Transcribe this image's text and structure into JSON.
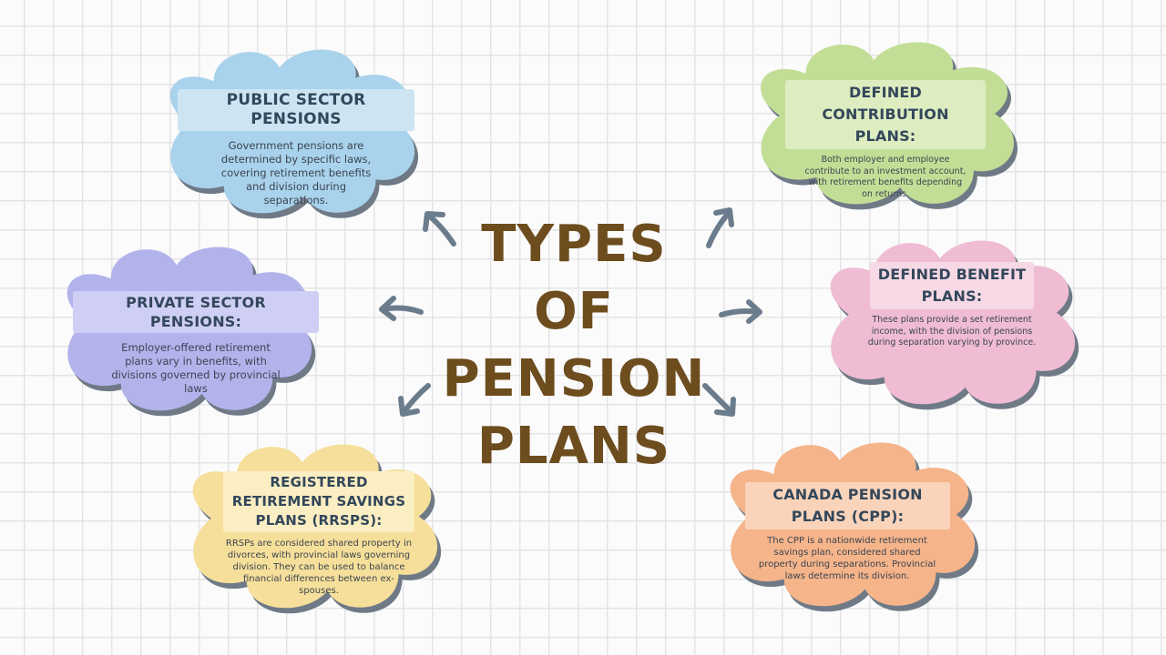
{
  "title_lines": [
    "TYPES OF",
    "PENSION",
    "PLANS"
  ],
  "colors": {
    "title": "#6d4c1e",
    "arrow": "#6b7c8c",
    "card_title_text": "#33475b",
    "card_body_text": "#3b4450"
  },
  "cards": [
    {
      "id": "public-sector",
      "title": "PUBLIC SECTOR PENSIONS",
      "body": "Government pensions are determined by specific laws, covering retirement benefits and division during separations.",
      "color": "#a9d2ec",
      "label_bg": "#cde5f3"
    },
    {
      "id": "private-sector",
      "title": "PRIVATE SECTOR PENSIONS:",
      "body": "Employer-offered retirement plans vary in benefits, with divisions governed by provincial laws",
      "color": "#b3b3ec",
      "label_bg": "#cfcff5"
    },
    {
      "id": "rrsp",
      "title": "REGISTERED RETIREMENT SAVINGS PLANS (RRSPS):",
      "body": "RRSPs are considered shared property in divorces, with provincial laws governing division. They can be used to balance financial differences between ex-spouses.",
      "color": "#f6df9a",
      "label_bg": "#fbeec2"
    },
    {
      "id": "defined-contribution",
      "title": "DEFINED CONTRIBUTION PLANS:",
      "body": "Both employer and employee contribute to an investment account, with retirement benefits depending on returns.",
      "color": "#c2de96",
      "label_bg": "#ddedc0"
    },
    {
      "id": "defined-benefit",
      "title": "DEFINED BENEFIT PLANS:",
      "body": "These plans provide a set retirement income, with the division of pensions during separation varying by province.",
      "color": "#efbcd3",
      "label_bg": "#f7d8e5"
    },
    {
      "id": "cpp",
      "title": "CANADA PENSION PLANS (CPP):",
      "body": "The CPP is a nationwide retirement savings plan, considered shared property during separations. Provincial laws determine its division.",
      "color": "#f5b48a",
      "label_bg": "#fad4ba"
    }
  ]
}
